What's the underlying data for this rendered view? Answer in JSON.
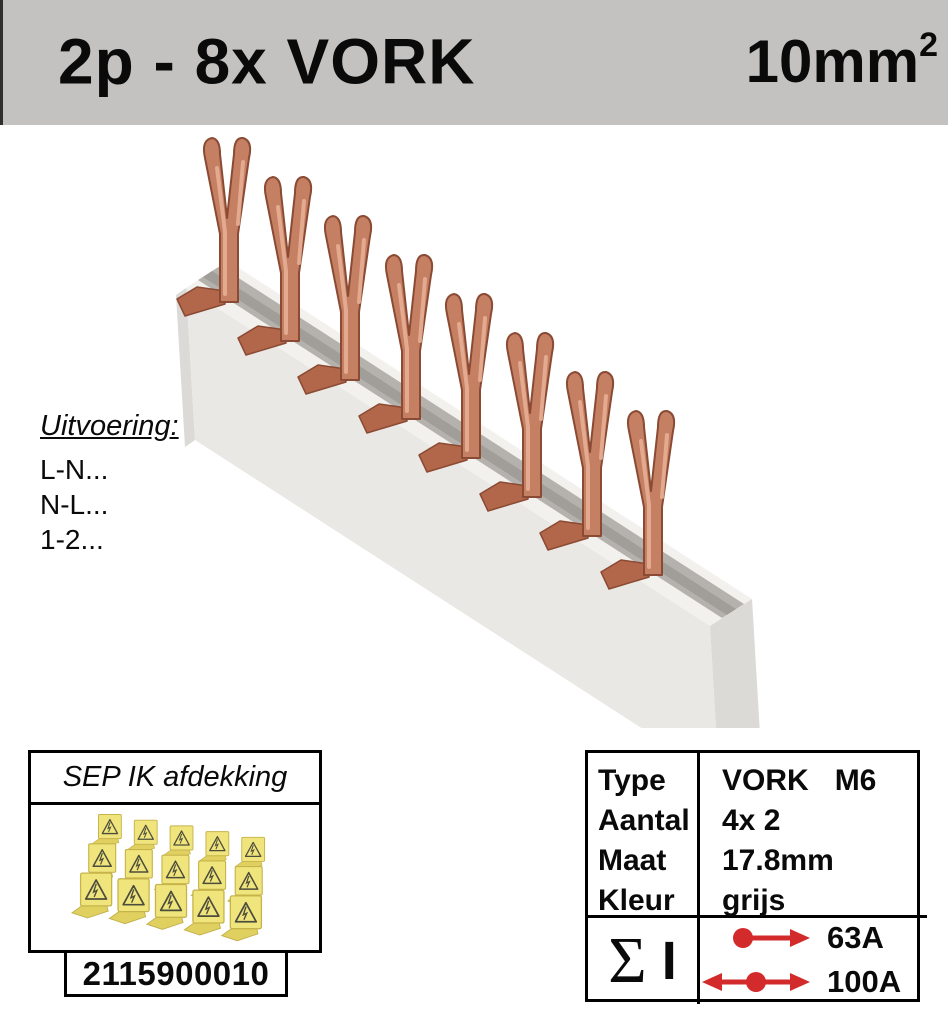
{
  "header": {
    "title": "2p - 8x VORK",
    "unit_value": "10mm",
    "unit_sup": "2"
  },
  "uitvoering": {
    "heading": "Uitvoering:",
    "items": [
      "L-N...",
      "N-L...",
      "1-2..."
    ]
  },
  "accessory_box": {
    "title": "SEP IK afdekking",
    "article_number": "2115900010"
  },
  "spec_table": {
    "rows": [
      {
        "label": "Type",
        "value": "VORK",
        "value_suffix": "M6"
      },
      {
        "label": "Aantal",
        "value": "4x 2"
      },
      {
        "label": "Maat",
        "value": "17.8mm"
      },
      {
        "label": "Kleur",
        "value": "grijs"
      }
    ],
    "sigma": "Σ",
    "current_symbol": "I",
    "ratings": [
      {
        "icon": "node-arrow-right-icon",
        "value": "63A"
      },
      {
        "icon": "node-arrow-both-icon",
        "value": "100A"
      }
    ]
  },
  "colors": {
    "header_bg": "#c3c2c0",
    "accent_red": "#d32b2b",
    "copper_mid": "#c57f63",
    "copper_light": "#e7b197",
    "copper_dark": "#8a4a33",
    "copper_foot": "#b2674a",
    "busbar_top": "#f3f1ee",
    "busbar_front": "#eae8e4",
    "busbar_end": "#dcdad6",
    "busbar_channel": "#b5b2ae",
    "cover_yellow": "#f0e57d"
  }
}
